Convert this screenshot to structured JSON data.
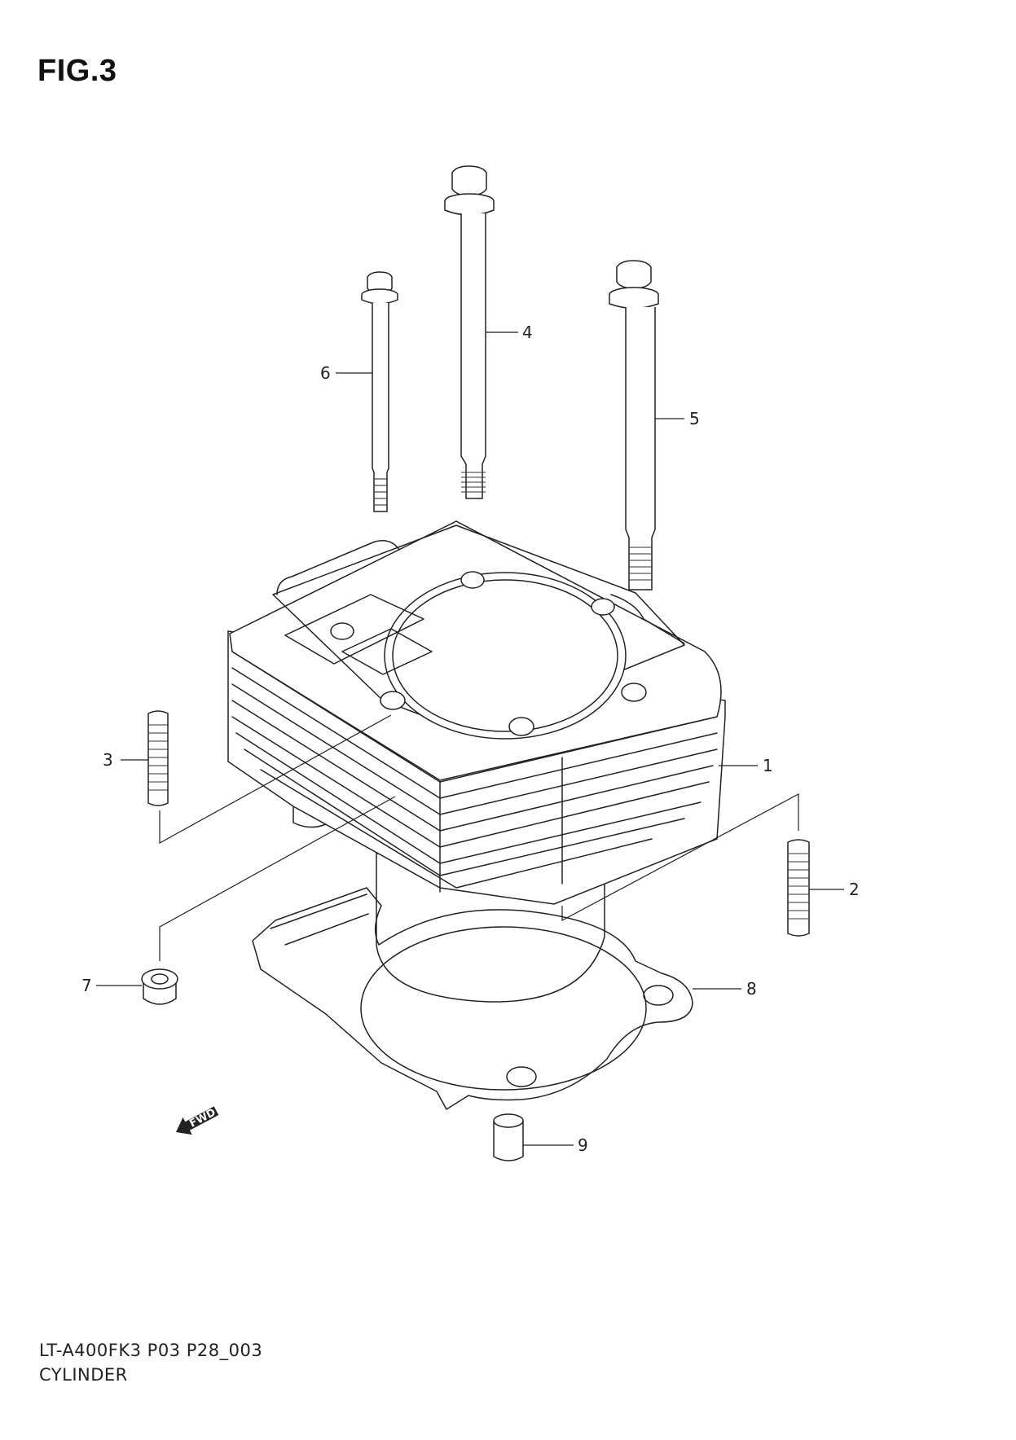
{
  "figure": {
    "title": "FIG.3"
  },
  "callouts": [
    {
      "id": "1",
      "label": "1"
    },
    {
      "id": "2",
      "label": "2"
    },
    {
      "id": "3",
      "label": "3"
    },
    {
      "id": "4",
      "label": "4"
    },
    {
      "id": "5",
      "label": "5"
    },
    {
      "id": "6",
      "label": "6"
    },
    {
      "id": "7",
      "label": "7"
    },
    {
      "id": "8",
      "label": "8"
    },
    {
      "id": "9",
      "label": "9"
    }
  ],
  "fwd_marker": {
    "text": "FWD"
  },
  "footer": {
    "code": "LT-A400FK3 P03 P28_003",
    "section": "CYLINDER"
  }
}
